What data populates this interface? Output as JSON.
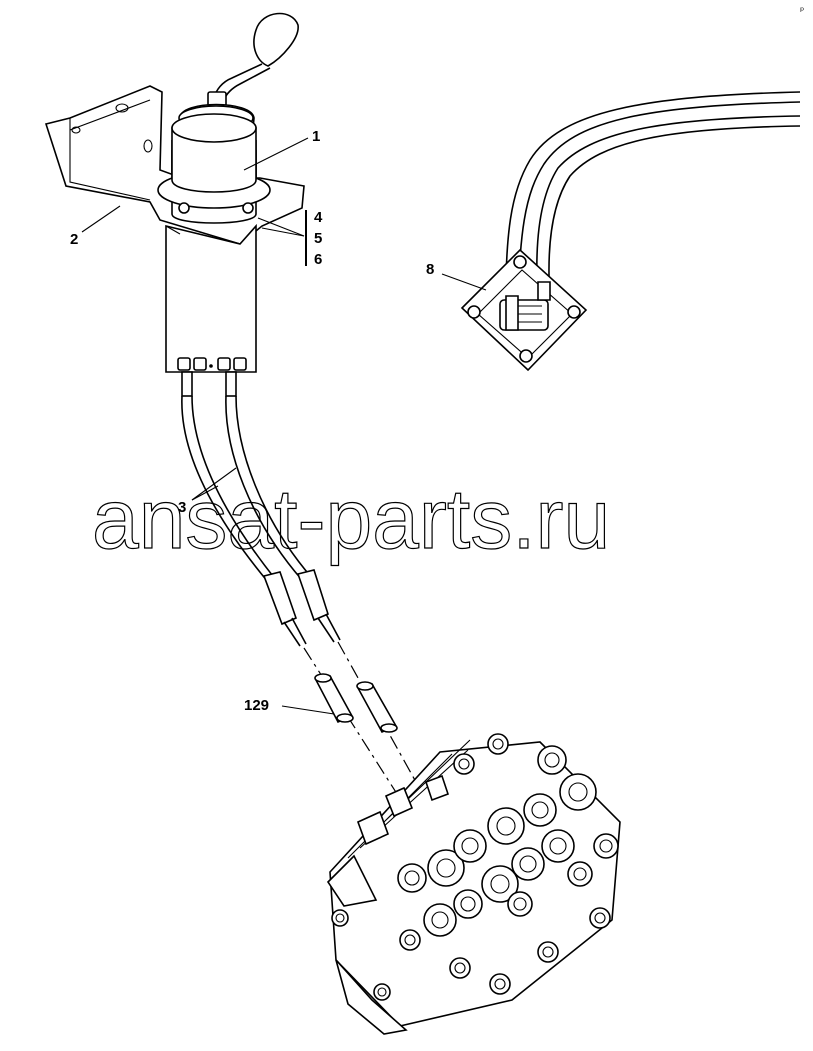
{
  "callouts": {
    "c1": "1",
    "c2": "2",
    "c3": "3",
    "c4": "4",
    "c5": "5",
    "c6": "6",
    "c8": "8",
    "c129": "129"
  },
  "watermark": "ansat-parts.ru",
  "corner_mark": "ᵖ"
}
